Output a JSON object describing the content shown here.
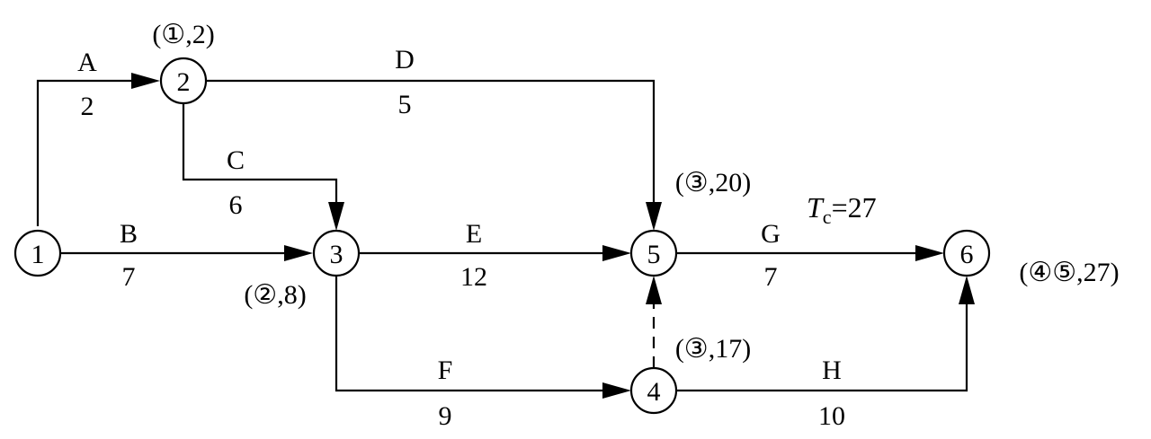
{
  "diagram": {
    "type": "activity-on-arrow network",
    "nodes": [
      {
        "id": "1",
        "label": "1"
      },
      {
        "id": "2",
        "label": "2",
        "annotation": "(①,2)"
      },
      {
        "id": "3",
        "label": "3",
        "annotation": "(②,8)"
      },
      {
        "id": "4",
        "label": "4",
        "annotation": "(③,17)"
      },
      {
        "id": "5",
        "label": "5",
        "annotation": "(③,20)"
      },
      {
        "id": "6",
        "label": "6",
        "annotation": "(④⑤,27)"
      }
    ],
    "activities": [
      {
        "id": "A",
        "name": "A",
        "duration": "2",
        "from": "1",
        "to": "2"
      },
      {
        "id": "B",
        "name": "B",
        "duration": "7",
        "from": "1",
        "to": "3"
      },
      {
        "id": "C",
        "name": "C",
        "duration": "6",
        "from": "2",
        "to": "3"
      },
      {
        "id": "D",
        "name": "D",
        "duration": "5",
        "from": "2",
        "to": "5"
      },
      {
        "id": "E",
        "name": "E",
        "duration": "12",
        "from": "3",
        "to": "5"
      },
      {
        "id": "F",
        "name": "F",
        "duration": "9",
        "from": "3",
        "to": "4"
      },
      {
        "id": "G",
        "name": "G",
        "duration": "7",
        "from": "5",
        "to": "6"
      },
      {
        "id": "H",
        "name": "H",
        "duration": "10",
        "from": "4",
        "to": "6"
      },
      {
        "id": "dummy",
        "name": "",
        "duration": "",
        "from": "4",
        "to": "5",
        "dummy": true
      }
    ],
    "total_duration": {
      "symbol": "T",
      "subscript": "c",
      "value": "=27"
    }
  }
}
